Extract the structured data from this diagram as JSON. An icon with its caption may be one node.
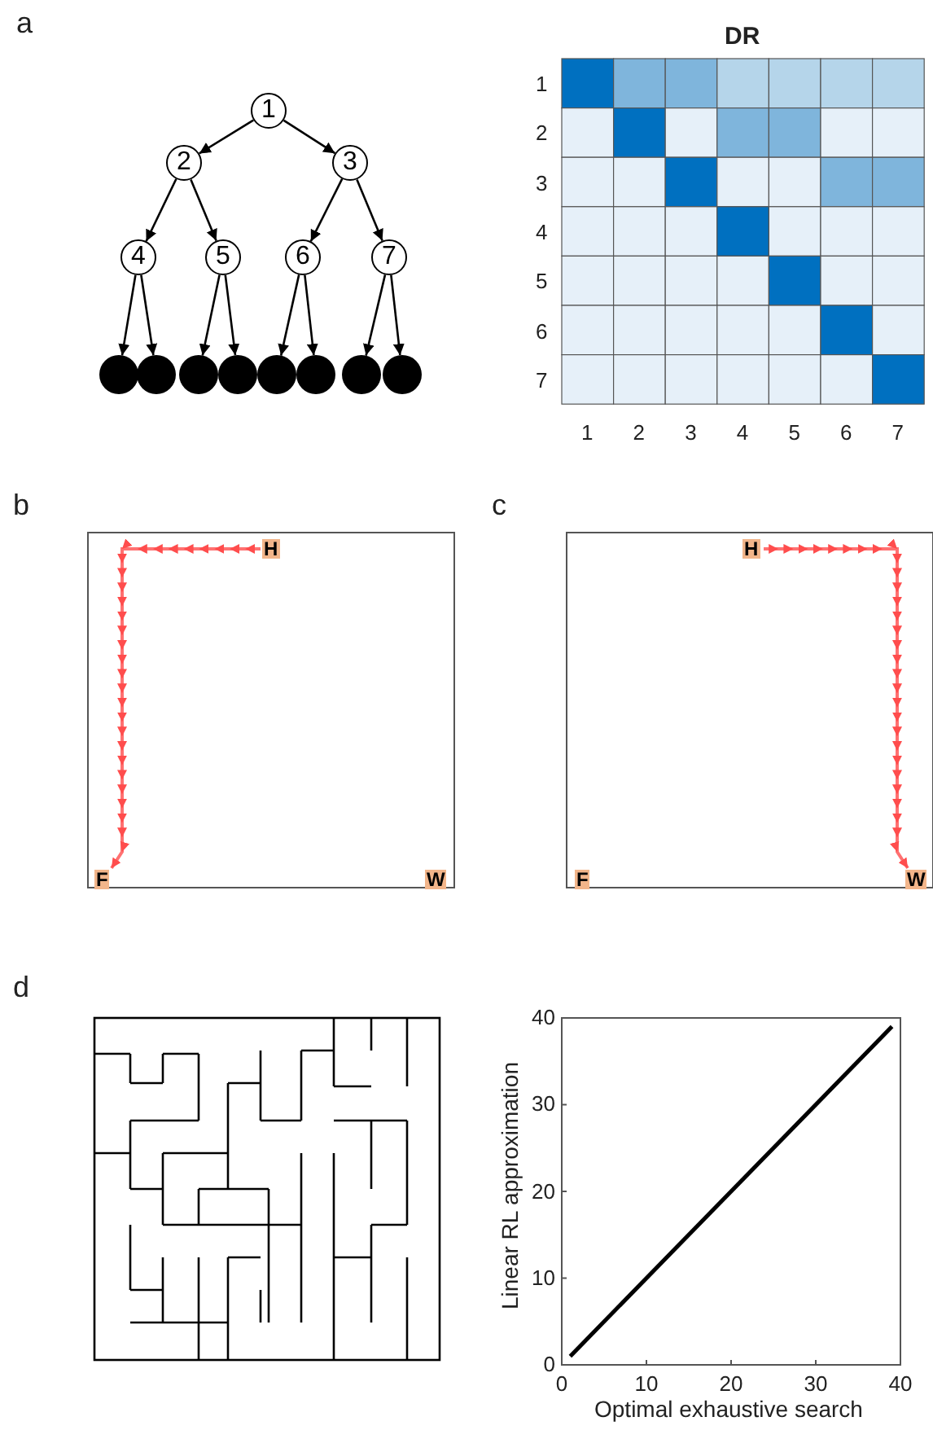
{
  "diagram": {
    "nodes": [
      {
        "text": [
          "1"
        ]
      },
      {
        "text": [
          "2"
        ]
      },
      {
        "text": [
          "3"
        ]
      },
      {
        "text": [
          "4"
        ]
      },
      {
        "text": [
          "5"
        ]
      },
      {
        "text": [
          "6"
        ]
      },
      {
        "text": [
          "7"
        ]
      },
      {
        "text": [],
        "shape": "circle"
      },
      {
        "text": [],
        "shape": "circle"
      },
      {
        "text": [],
        "shape": "circle"
      },
      {
        "text": [],
        "shape": "circle"
      },
      {
        "text": [],
        "shape": "circle"
      },
      {
        "text": [],
        "shape": "circle"
      },
      {
        "text": [],
        "shape": "circle"
      },
      {
        "text": [],
        "shape": "circle"
      },
      {
        "text": [
          "H"
        ]
      },
      {
        "text": [
          "F"
        ]
      },
      {
        "text": [
          "W"
        ]
      },
      {
        "text": [
          "H"
        ]
      },
      {
        "text": [
          "F"
        ]
      },
      {
        "text": [
          "W"
        ]
      }
    ],
    "edges": [
      {
        "from": 0,
        "to": 1,
        "arrow": "to"
      },
      {
        "from": 0,
        "to": 2,
        "arrow": "to"
      },
      {
        "from": 1,
        "to": 3,
        "arrow": "to"
      },
      {
        "from": 1,
        "to": 4,
        "arrow": "to"
      },
      {
        "from": 2,
        "to": 5,
        "arrow": "to"
      },
      {
        "from": 2,
        "to": 6,
        "arrow": "to"
      },
      {
        "from": 3,
        "to": 7,
        "arrow": "to"
      },
      {
        "from": 3,
        "to": 8,
        "arrow": "to"
      },
      {
        "from": 4,
        "to": 9,
        "arrow": "to"
      },
      {
        "from": 4,
        "to": 10,
        "arrow": "to"
      },
      {
        "from": 5,
        "to": 11,
        "arrow": "to"
      },
      {
        "from": 5,
        "to": 12,
        "arrow": "to"
      },
      {
        "from": 6,
        "to": 13,
        "arrow": "to"
      },
      {
        "from": 6,
        "to": 14,
        "arrow": "to"
      },
      {
        "from": 15,
        "to": 16,
        "arrow": "to",
        "color": "#ff4d4d"
      },
      {
        "from": 18,
        "to": 20,
        "arrow": "to",
        "color": "#ff4d4d"
      }
    ],
    "labels": [
      "a",
      "DR",
      "1",
      "2",
      "3",
      "4",
      "5",
      "6",
      "7",
      "1",
      "2",
      "3",
      "4",
      "5",
      "6",
      "7",
      "b",
      "c",
      "d"
    ],
    "chart_data": {
      "type": "line",
      "xlabel": "Optimal exhaustive search",
      "ylabel": "Linear RL approximation",
      "x": [
        1,
        39
      ],
      "series": [
        {
          "color": "#000000",
          "values": [
            1,
            39
          ]
        }
      ],
      "xlim": [
        0,
        40
      ],
      "ylim": [
        0,
        40
      ],
      "xticks": [
        0,
        10,
        20,
        30,
        40
      ],
      "yticks": [
        0,
        10,
        20,
        30,
        40
      ]
    }
  }
}
